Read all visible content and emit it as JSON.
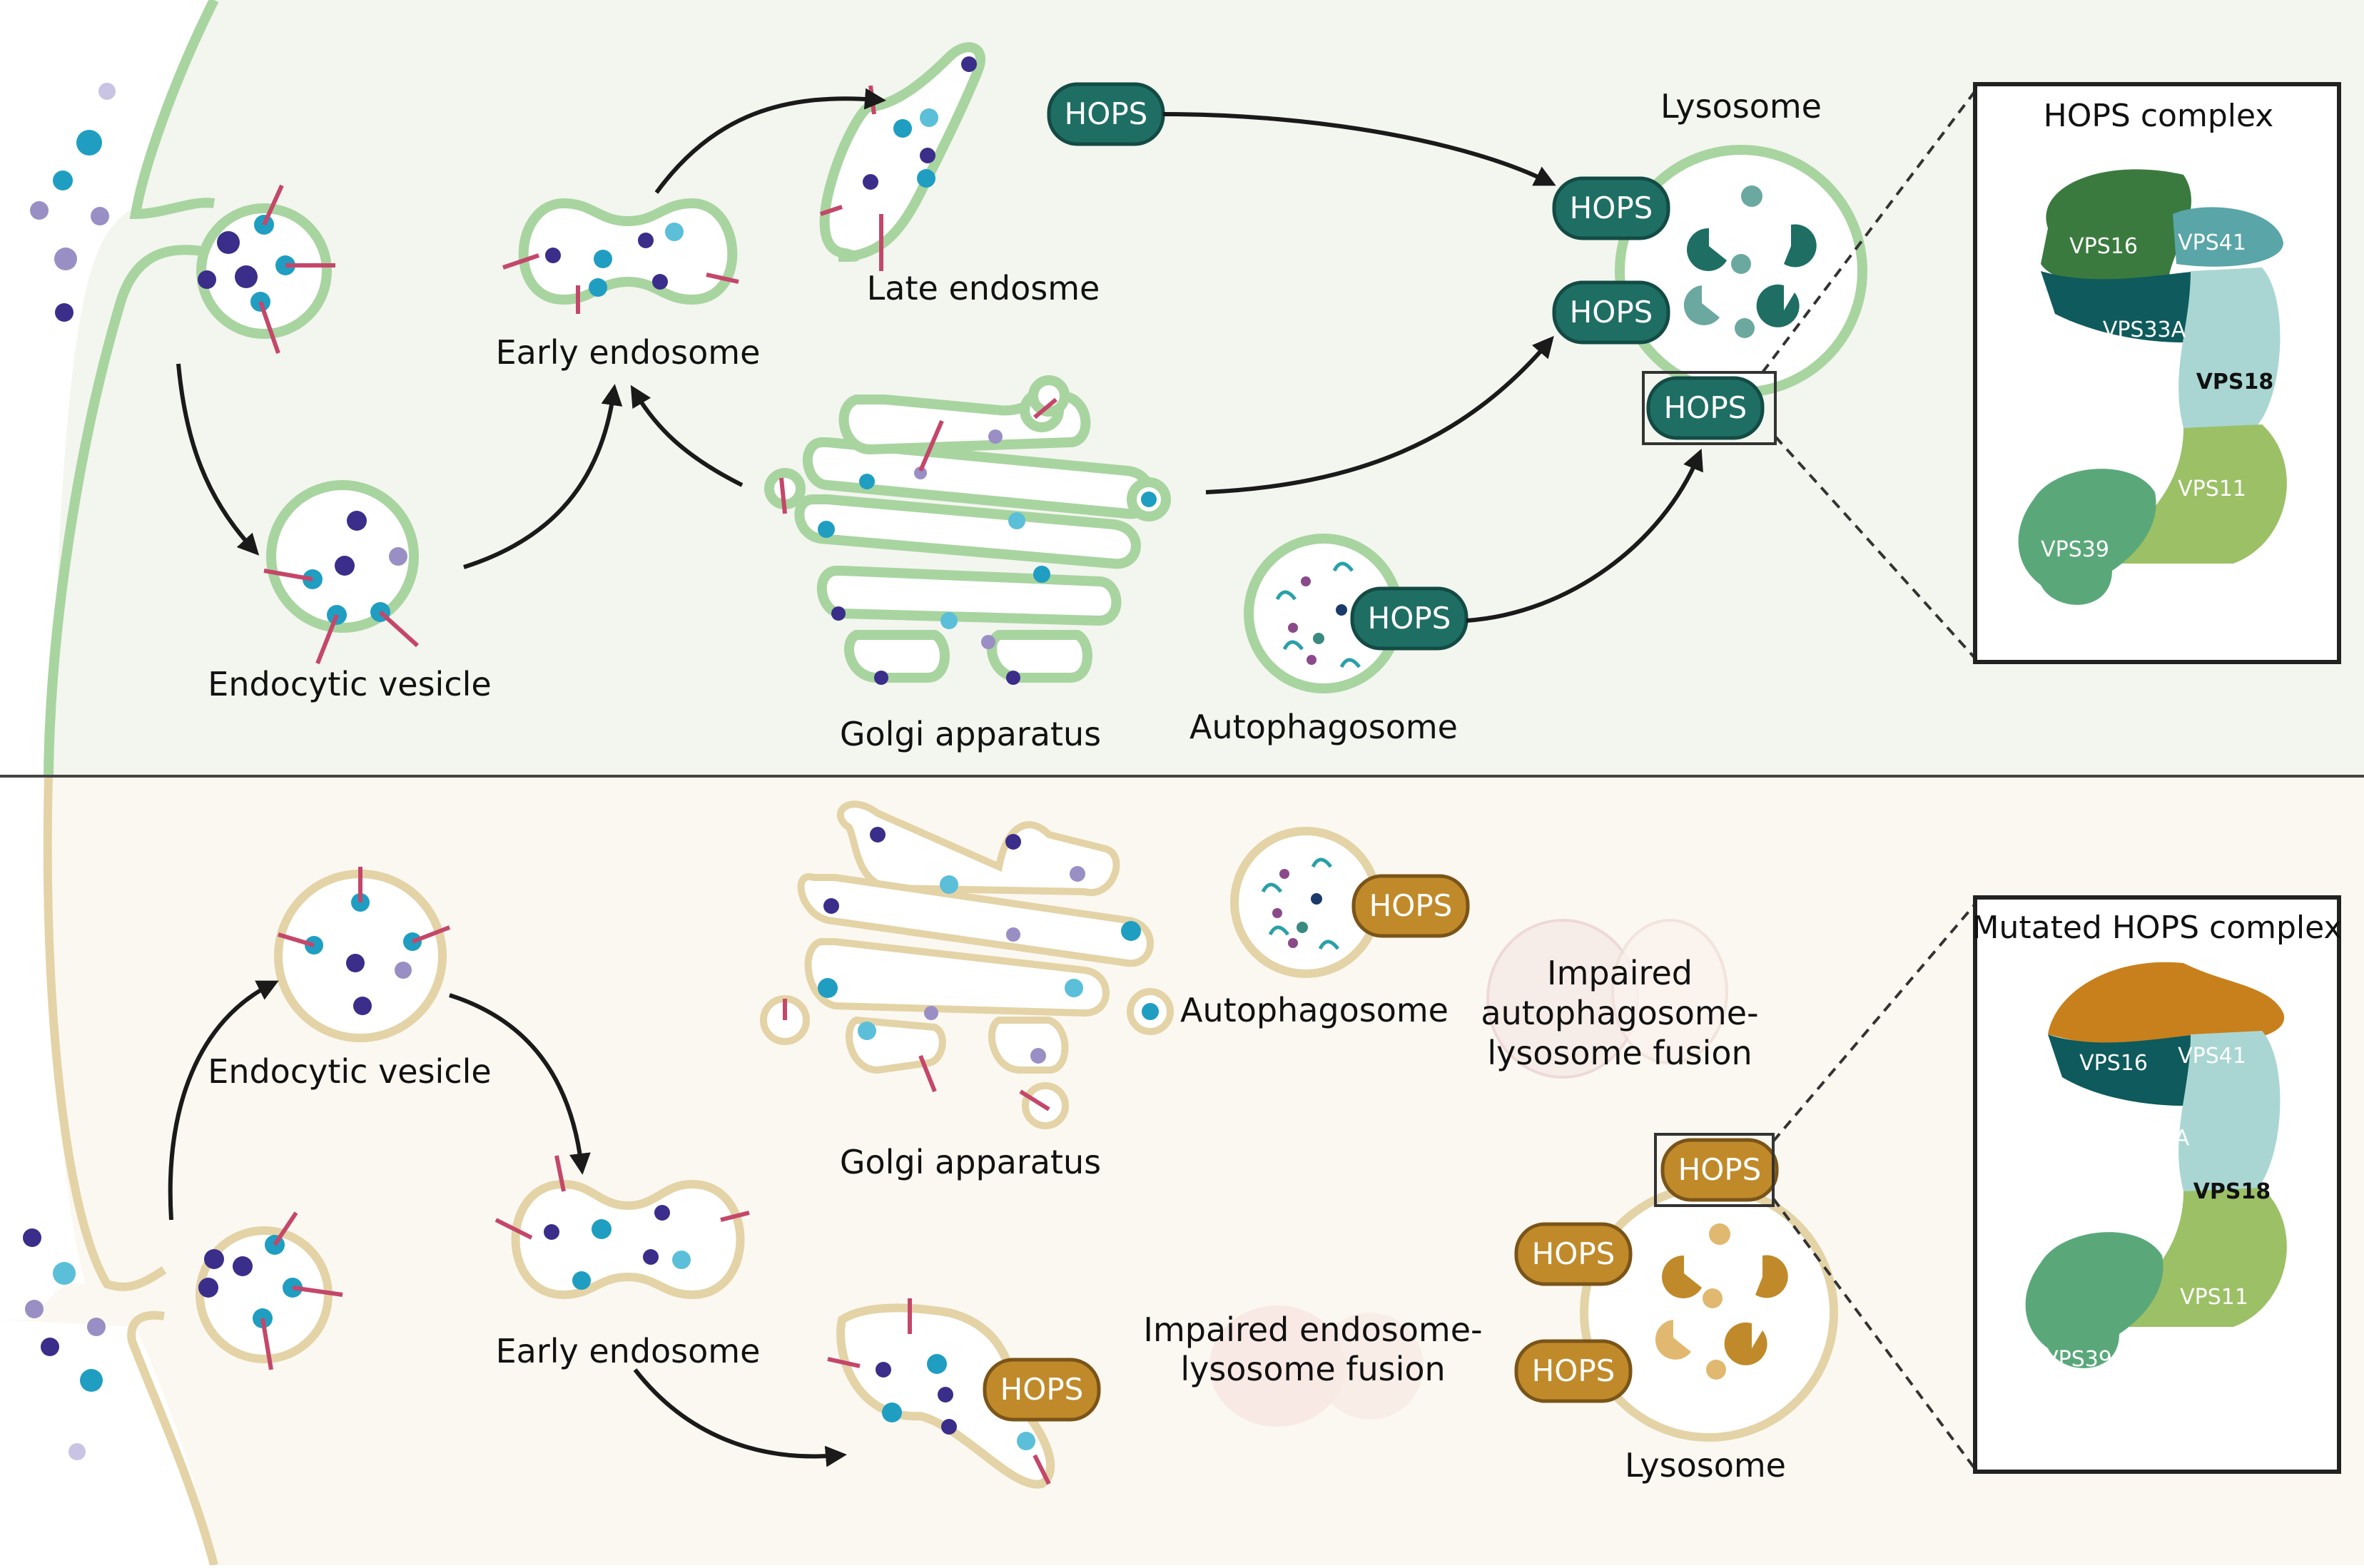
{
  "figure": {
    "normal_panel": {
      "label_endocytic_vesicle": "Endocytic vesicle",
      "label_early_endosome": "Early endosome",
      "label_late_endosome": "Late endosme",
      "label_golgi": "Golgi apparatus",
      "label_autophagosome": "Autophagosome",
      "label_lysosome": "Lysosome",
      "hops_label": "HOPS",
      "complex_title": "HOPS  complex",
      "subunits": [
        "VPS16",
        "VPS41",
        "VPS33A",
        "VPS18",
        "VPS11",
        "VPS39"
      ],
      "colors": {
        "background": "#f3f5ef",
        "membrane": "#a8d4a0",
        "hops": "#1e6e64",
        "VPS16": "#3a7a3e",
        "VPS41": "#5aa5a8",
        "VPS33A": "#0e5a5c",
        "VPS18": "#a9d6d3",
        "VPS11": "#9cc066",
        "VPS39": "#5aa87a"
      }
    },
    "mutant_panel": {
      "label_endocytic_vesicle": "Endocytic vesicle",
      "label_early_endosome": "Early endosome",
      "label_golgi": "Golgi apparatus",
      "label_autophagosome": "Autophagosome",
      "label_lysosome": "Lysosome",
      "label_impaired_autophagy": [
        "Impaired",
        "autophagosome-",
        "lysosome fusion"
      ],
      "label_impaired_endosome": [
        "Impaired endosome-",
        "lysosome fusion"
      ],
      "hops_label": "HOPS",
      "complex_title": "Mutated HOPS complex",
      "subunits": [
        "VPS16",
        "VPS41",
        "VPS33A",
        "VPS18",
        "VPS11",
        "VPS39"
      ],
      "colors": {
        "background": "#fbf8f1",
        "membrane": "#e3d3a6",
        "hops": "#c08a2a",
        "VPS16": "#c8801c",
        "VPS41": "#c8801c",
        "VPS33A": "#0e5a5c",
        "VPS18": "#a9d6d3",
        "VPS11": "#9cc066",
        "VPS39": "#5aa87a"
      }
    },
    "cargo_colors": {
      "dark_purple": "#3a2e8a",
      "teal": "#1f9ec2",
      "light_teal": "#5bbfd9",
      "lilac": "#9a8fc4",
      "receptor": "#c4476a"
    }
  }
}
